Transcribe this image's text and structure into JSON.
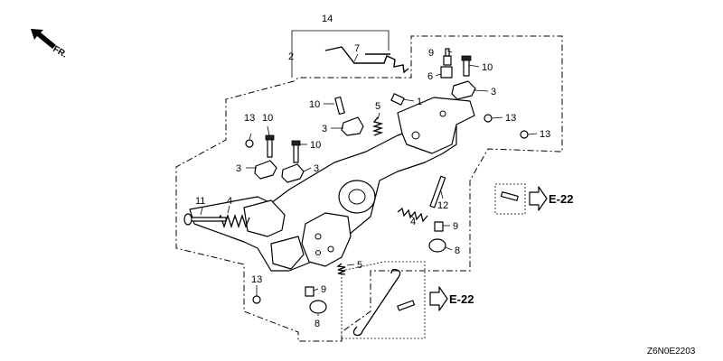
{
  "direction_marker": {
    "label": "FR.",
    "icon": "front-direction-arrow-icon"
  },
  "diagram_code": "Z6N0E2203",
  "callouts": [
    {
      "id": "c14",
      "label": "14"
    },
    {
      "id": "c2",
      "label": "2"
    },
    {
      "id": "c7",
      "label": "7"
    },
    {
      "id": "c9a",
      "label": "9"
    },
    {
      "id": "c10a",
      "label": "10"
    },
    {
      "id": "c6",
      "label": "6"
    },
    {
      "id": "c3a",
      "label": "3"
    },
    {
      "id": "c13a",
      "label": "13"
    },
    {
      "id": "c13b",
      "label": "13"
    },
    {
      "id": "c10b",
      "label": "10"
    },
    {
      "id": "c5a",
      "label": "5"
    },
    {
      "id": "c1",
      "label": "1"
    },
    {
      "id": "c3b",
      "label": "3"
    },
    {
      "id": "c13c",
      "label": "13"
    },
    {
      "id": "c10c",
      "label": "10"
    },
    {
      "id": "c10d",
      "label": "10"
    },
    {
      "id": "c3c",
      "label": "3"
    },
    {
      "id": "c3d",
      "label": "3"
    },
    {
      "id": "c11",
      "label": "11"
    },
    {
      "id": "c4a",
      "label": "4"
    },
    {
      "id": "c12",
      "label": "12"
    },
    {
      "id": "c4b",
      "label": "4"
    },
    {
      "id": "c9b",
      "label": "9"
    },
    {
      "id": "c8a",
      "label": "8"
    },
    {
      "id": "c5b",
      "label": "5"
    },
    {
      "id": "c13d",
      "label": "13"
    },
    {
      "id": "c9c",
      "label": "9"
    },
    {
      "id": "c8b",
      "label": "8"
    }
  ],
  "references": [
    {
      "id": "ref1",
      "label": "E-22",
      "icon": "reference-arrow-icon"
    },
    {
      "id": "ref2",
      "label": "E-22",
      "icon": "reference-arrow-icon"
    }
  ]
}
